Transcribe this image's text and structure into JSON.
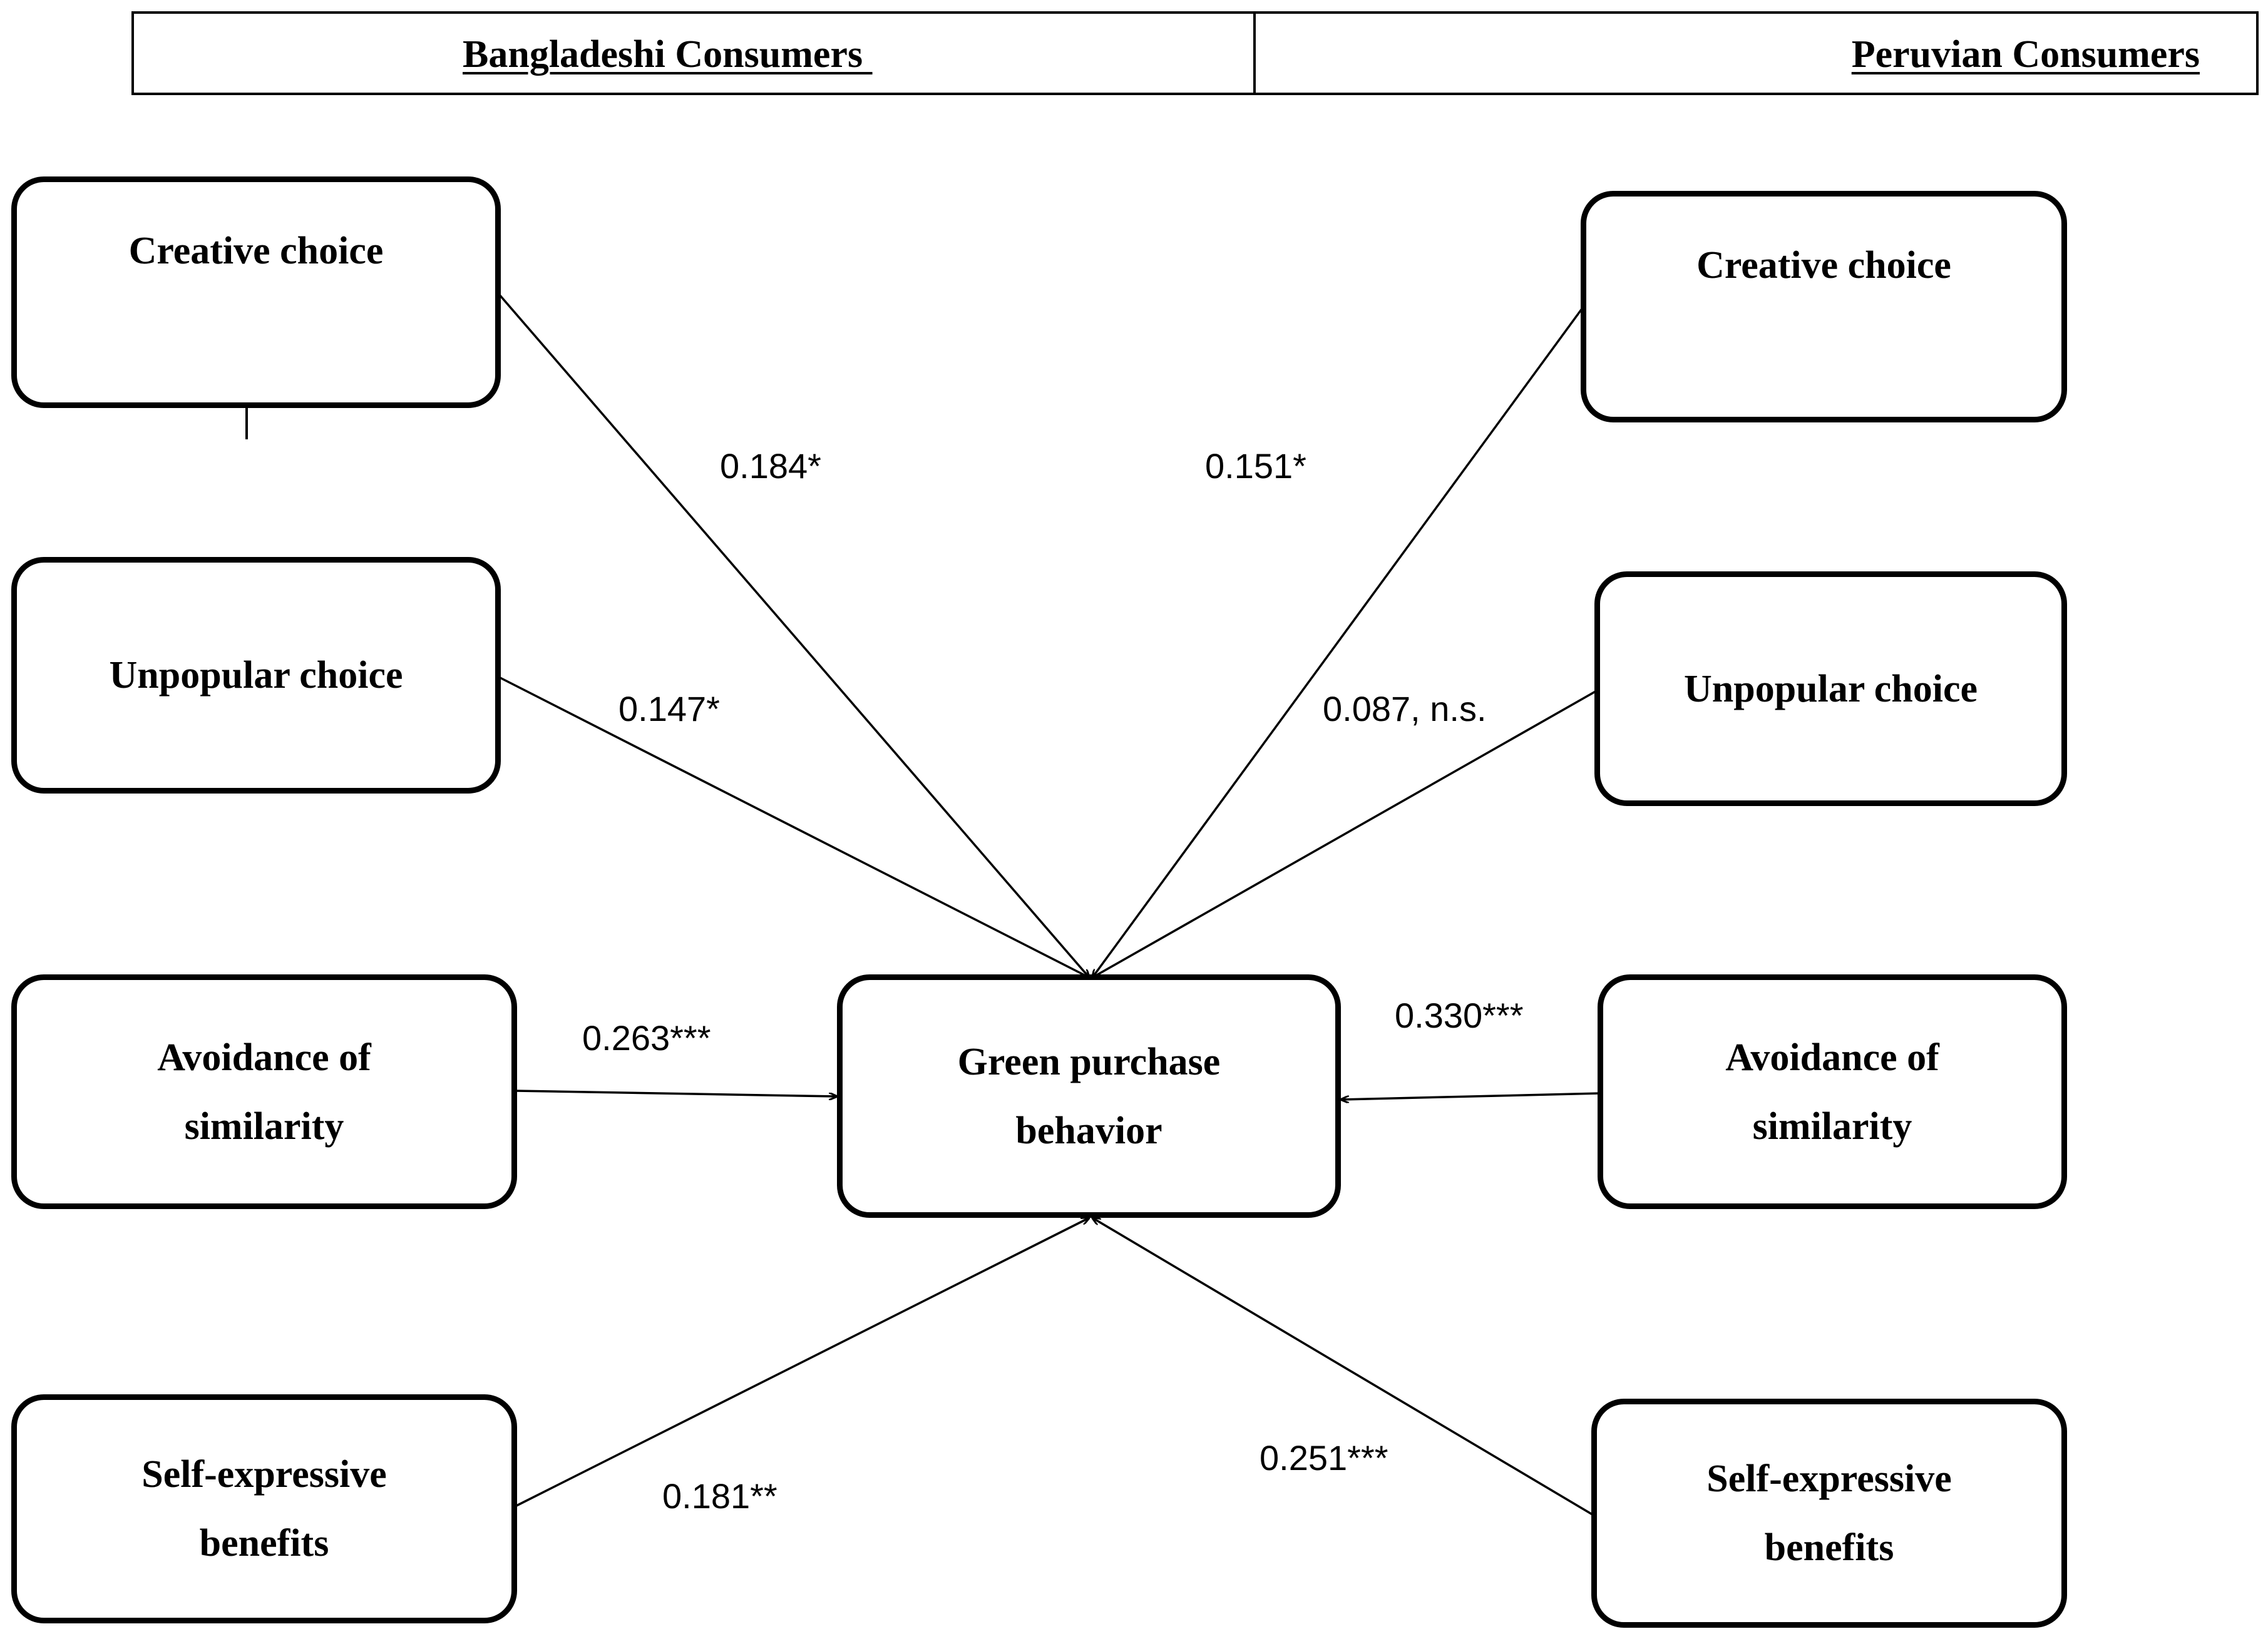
{
  "header": {
    "left_title": "Bangladeshi Consumers ",
    "right_title": "Peruvian Consumers"
  },
  "center_node": {
    "line1": "Green purchase",
    "line2": "behavior"
  },
  "left_nodes": {
    "creative": "Creative choice",
    "unpopular": "Unpopular choice",
    "avoidance_line1": "Avoidance of",
    "avoidance_line2": "similarity",
    "selfexp_line1": "Self-expressive",
    "selfexp_line2": "benefits"
  },
  "right_nodes": {
    "creative": "Creative choice",
    "unpopular": "Unpopular choice",
    "avoidance_line1": "Avoidance of",
    "avoidance_line2": "similarity",
    "selfexp_line1": "Self-expressive",
    "selfexp_line2": "benefits"
  },
  "coefficients": {
    "left_creative": "0.184*",
    "left_unpopular": "0.147*",
    "left_avoidance": "0.263***",
    "left_selfexp": "0.181**",
    "right_creative": "0.151*",
    "right_unpopular": "0.087, n.s.",
    "right_avoidance": "0.330***",
    "right_selfexp": "0.251***"
  },
  "colors": {
    "line": "#000000",
    "background": "#ffffff"
  }
}
